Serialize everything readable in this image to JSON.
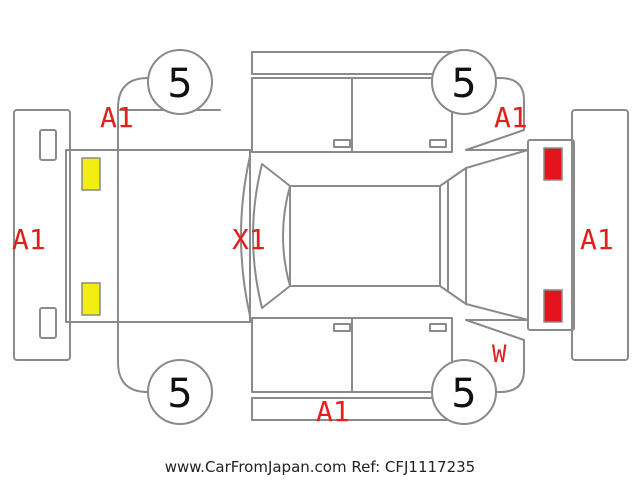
{
  "colors": {
    "outline": "#8a8a8a",
    "damage_text": "#e0201c",
    "headlight": "#f2ee11",
    "taillight": "#e1151b"
  },
  "tires": {
    "front_left": "5",
    "front_right": "5",
    "rear_left": "5",
    "rear_right": "5"
  },
  "damage_marks": {
    "front_left_fender": "A1",
    "rear_right_fender": "A1",
    "front_bumper": "A1",
    "rear_bumper": "A1",
    "roof": "X1",
    "right_rear_quarter": "W",
    "lower_door_side": "A1"
  },
  "footer": {
    "watermark": "www.CarFromJapan.com Ref: CFJ1117235"
  }
}
